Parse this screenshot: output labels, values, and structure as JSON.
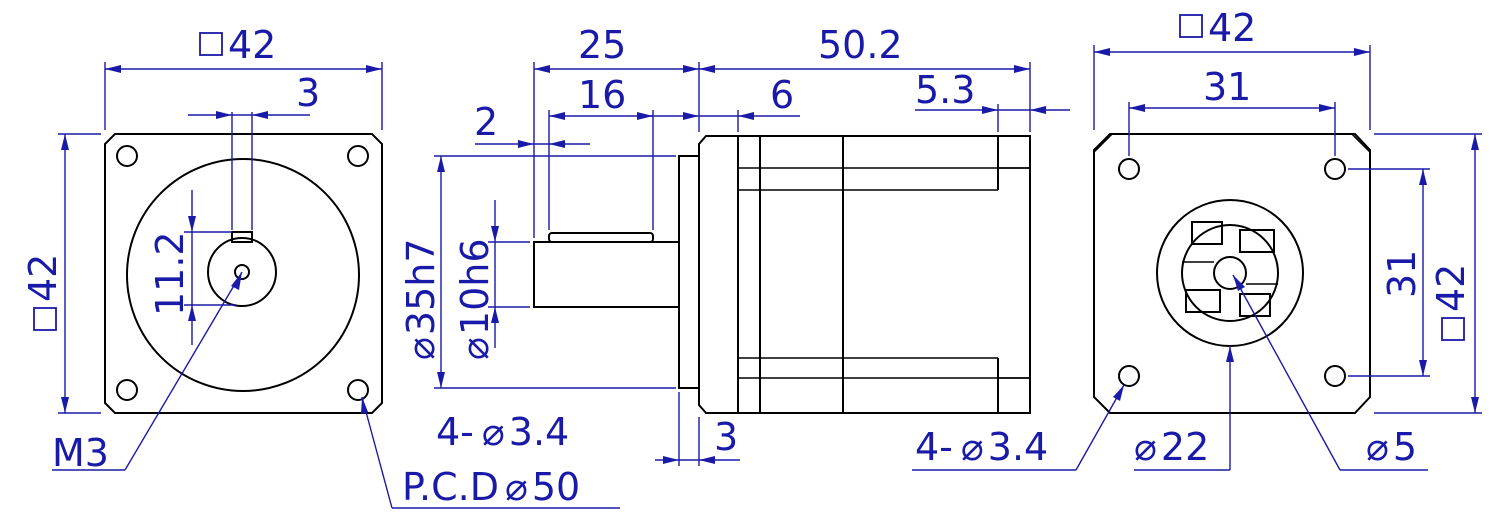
{
  "colors": {
    "dimension": "#1a1aa8",
    "part": "#000000",
    "background": "#ffffff"
  },
  "symbols": {
    "square": "□",
    "diameter": "⌀"
  },
  "front_view": {
    "width": "42",
    "keyway": "3",
    "height": "42",
    "shaft_flat": "11.2",
    "thread": "M3",
    "holes": "4-",
    "holes_dia": "3.4",
    "pcd_label": "P.C.D",
    "pcd_dia": "50"
  },
  "side_view": {
    "shaft_length": "25",
    "body_length": "50.2",
    "key_length": "16",
    "body_step": "6",
    "rear_step": "5.3",
    "key_offset": "2",
    "pilot_dia": "35h7",
    "shaft_dia": "10h6",
    "pilot_depth": "3"
  },
  "rear_view": {
    "width": "42",
    "hole_spacing_h": "31",
    "hole_spacing_v": "31",
    "height": "42",
    "holes": "4-",
    "holes_dia": "3.4",
    "hub_dia": "22",
    "bore_dia": "5"
  }
}
